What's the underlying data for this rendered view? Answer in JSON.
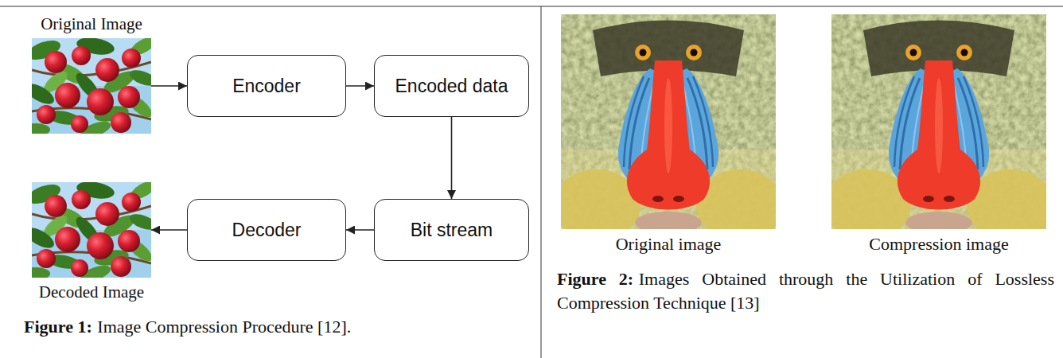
{
  "diagram": {
    "nodes": [
      {
        "text": [
          "Original Image"
        ]
      },
      {
        "text": [
          "Encoder"
        ]
      },
      {
        "text": [
          "Encoded data"
        ]
      },
      {
        "text": [
          "Bit stream"
        ]
      },
      {
        "text": [
          "Decoder"
        ]
      },
      {
        "text": [
          "Decoded Image"
        ]
      }
    ],
    "edges": [
      {
        "from": 0,
        "to": 1,
        "arrow": "to"
      },
      {
        "from": 1,
        "to": 2,
        "arrow": "to"
      },
      {
        "from": 2,
        "to": 3,
        "arrow": "to"
      },
      {
        "from": 3,
        "to": 4,
        "arrow": "to"
      },
      {
        "from": 4,
        "to": 5,
        "arrow": "to"
      }
    ],
    "labels": [
      "Figure 1:",
      "Image Compression Procedure [12].",
      "Original image",
      "Compression image",
      "Figure 2:",
      "Images Obtained through the Utilization of Lossless Compression Technique [13]"
    ]
  }
}
